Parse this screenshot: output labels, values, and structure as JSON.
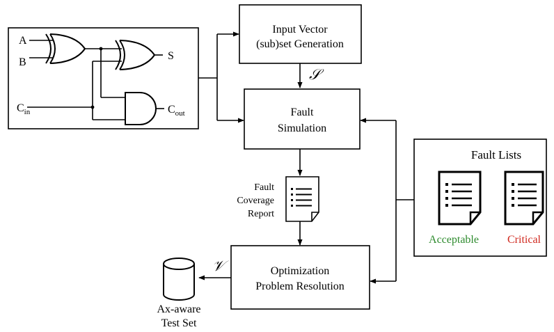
{
  "circuit": {
    "input_a": "A",
    "input_b": "B",
    "input_cin_main": "C",
    "input_cin_sub": "in",
    "output_s": "S",
    "output_cout_main": "C",
    "output_cout_sub": "out"
  },
  "blocks": {
    "input_vector_line1": "Input Vector",
    "input_vector_line2": "(sub)set Generation",
    "fault_sim_line1": "Fault",
    "fault_sim_line2": "Simulation",
    "optim_line1": "Optimization",
    "optim_line2": "Problem Resolution"
  },
  "symbols": {
    "set_s": "𝒮",
    "set_v": "𝒱"
  },
  "report": {
    "line1": "Fault",
    "line2": "Coverage",
    "line3": "Report"
  },
  "fault_lists": {
    "title": "Fault Lists",
    "acceptable": "Acceptable",
    "critical": "Critical"
  },
  "test_set": {
    "line1": "Ax-aware",
    "line2": "Test Set"
  },
  "colors": {
    "acceptable": "#2e8b2e",
    "critical": "#d0281e",
    "stroke": "#000000"
  }
}
